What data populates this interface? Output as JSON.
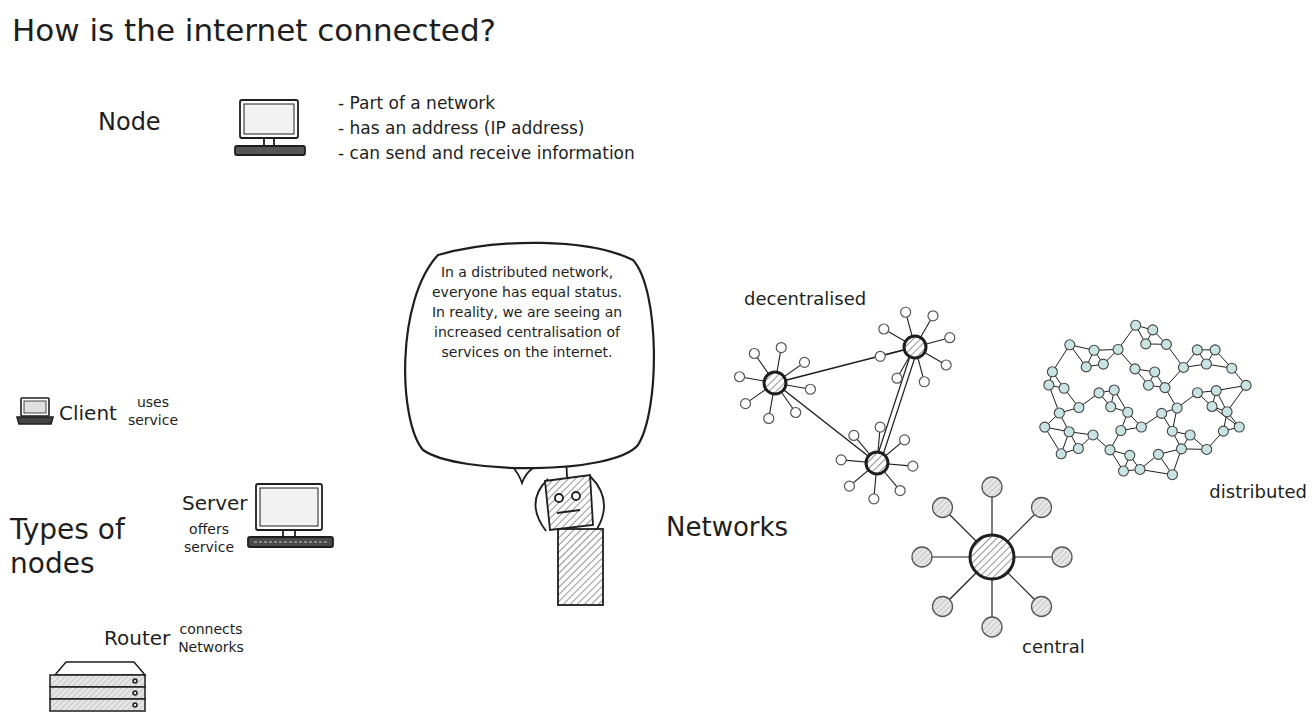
{
  "diagram": {
    "title": "How is the internet connected?",
    "nodes": [
      {
        "text": [
          "In a distributed network, everyone has equal status. In reality, we are seeing an increased centralisation of services on the internet."
        ]
      }
    ],
    "labels": [
      "Node",
      "- Part of a network",
      "- has an address (IP address)",
      "- can send and receive information",
      "Client",
      "uses service",
      "Server",
      "offers service",
      "Types of nodes",
      "Router",
      "connects Networks",
      "Networks",
      "decentralised",
      "distributed",
      "central"
    ]
  }
}
